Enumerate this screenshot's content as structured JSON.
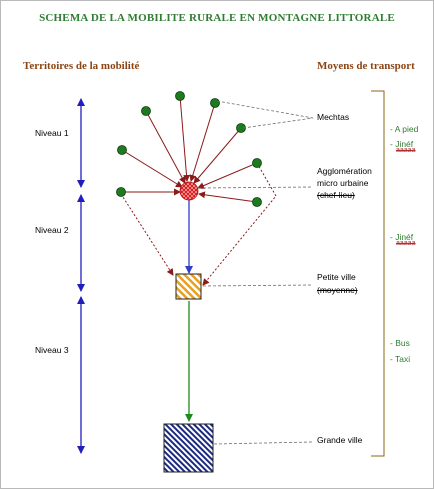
{
  "title": "SCHEMA DE LA MOBILITE RURALE EN MONTAGNE LITTORALE",
  "headers": {
    "left": "Territoires de la mobilité",
    "right": "Moyens de transport"
  },
  "levels": [
    "Niveau 1",
    "Niveau 2",
    "Niveau 3"
  ],
  "labels": {
    "mechtas": "Mechtas",
    "agglo_line1": "Agglomération",
    "agglo_line2": "micro urbaine",
    "agglo_line3": "(chef-lieu)",
    "petite_line1": "Petite ville",
    "petite_line2": "(moyenne)",
    "grande": "Grande ville"
  },
  "transport_modes": {
    "group1": [
      "- A pied",
      "- Jinéf",
      "aaaaa"
    ],
    "group2": [
      "- Jinéf",
      "aaaaa"
    ],
    "group3": [
      "- Bus",
      "- Taxi"
    ]
  },
  "colors": {
    "title": "#2e7d32",
    "headers": "#8b4513",
    "level_axis": "#1f1fbf",
    "flow_arrows": "#8b1a1a",
    "mechta_nodes": "#1e7a1e",
    "agglo_node": "#e02020",
    "chef_to_petite": "#2e3fc8",
    "petite_to_grande": "#1e8a1e",
    "petite_fill": "#e8a020",
    "grande_fill": "#1a2a80",
    "bracket": "#8b6914",
    "leaders": "#6d6d6d"
  }
}
